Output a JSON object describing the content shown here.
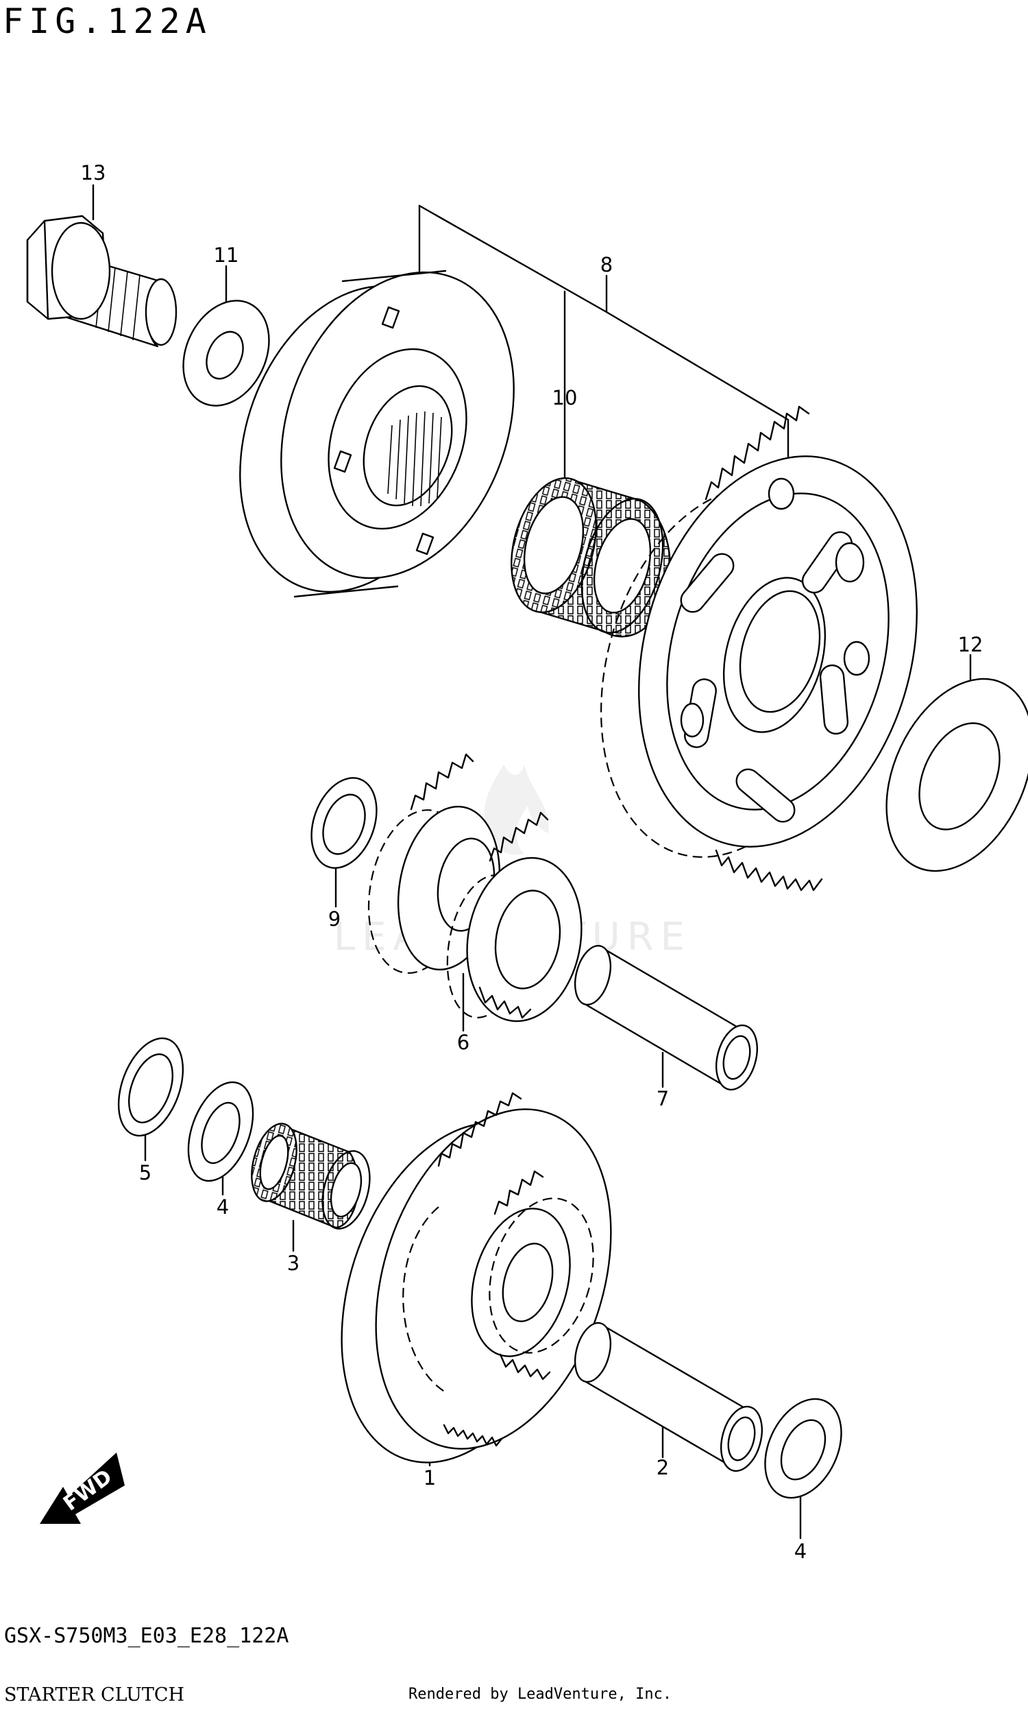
{
  "header": {
    "figure_title": "FIG.122A"
  },
  "footer": {
    "model_code": "GSX-S750M3_E03_E28_122A",
    "caption": "STARTER CLUTCH",
    "render_credit": "Rendered by LeadVenture, Inc."
  },
  "watermark": {
    "text": "LEADVENTURE"
  },
  "fwd_indicator": {
    "label": "FWD"
  },
  "callouts": [
    "1",
    "2",
    "3",
    "4",
    "4",
    "5",
    "6",
    "7",
    "8",
    "9",
    "10",
    "11",
    "12",
    "13"
  ]
}
